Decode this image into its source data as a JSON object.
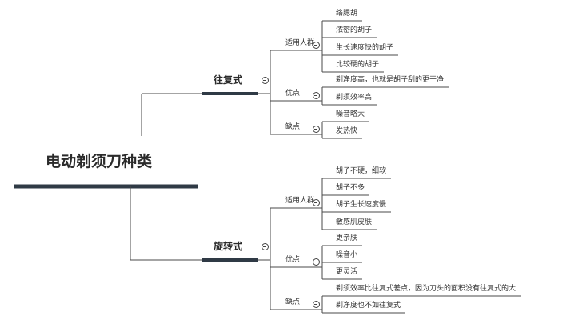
{
  "mindmap": {
    "root": "电动剃须刀种类",
    "branches": [
      {
        "label": "往复式",
        "groups": [
          {
            "label": "适用人群",
            "items": [
              "络腮胡",
              "浓密的胡子",
              "生长速度快的胡子",
              "比较硬的胡子"
            ]
          },
          {
            "label": "优点",
            "items": [
              "剃净度高，也就是胡子刮的更干净",
              "剃须效率高"
            ]
          },
          {
            "label": "缺点",
            "items": [
              "噪音略大",
              "发热快"
            ]
          }
        ]
      },
      {
        "label": "旋转式",
        "groups": [
          {
            "label": "适用人群",
            "items": [
              "胡子不硬，细软",
              "胡子不多",
              "胡子生长速度慢",
              "敏感肌皮肤"
            ]
          },
          {
            "label": "优点",
            "items": [
              "更亲肤",
              "噪音小",
              "更灵活"
            ]
          },
          {
            "label": "缺点",
            "items": [
              "剃须效率比往复式差点，因为刀头的面积没有往复式的大",
              "剃净度也不如往复式"
            ]
          }
        ]
      }
    ]
  }
}
